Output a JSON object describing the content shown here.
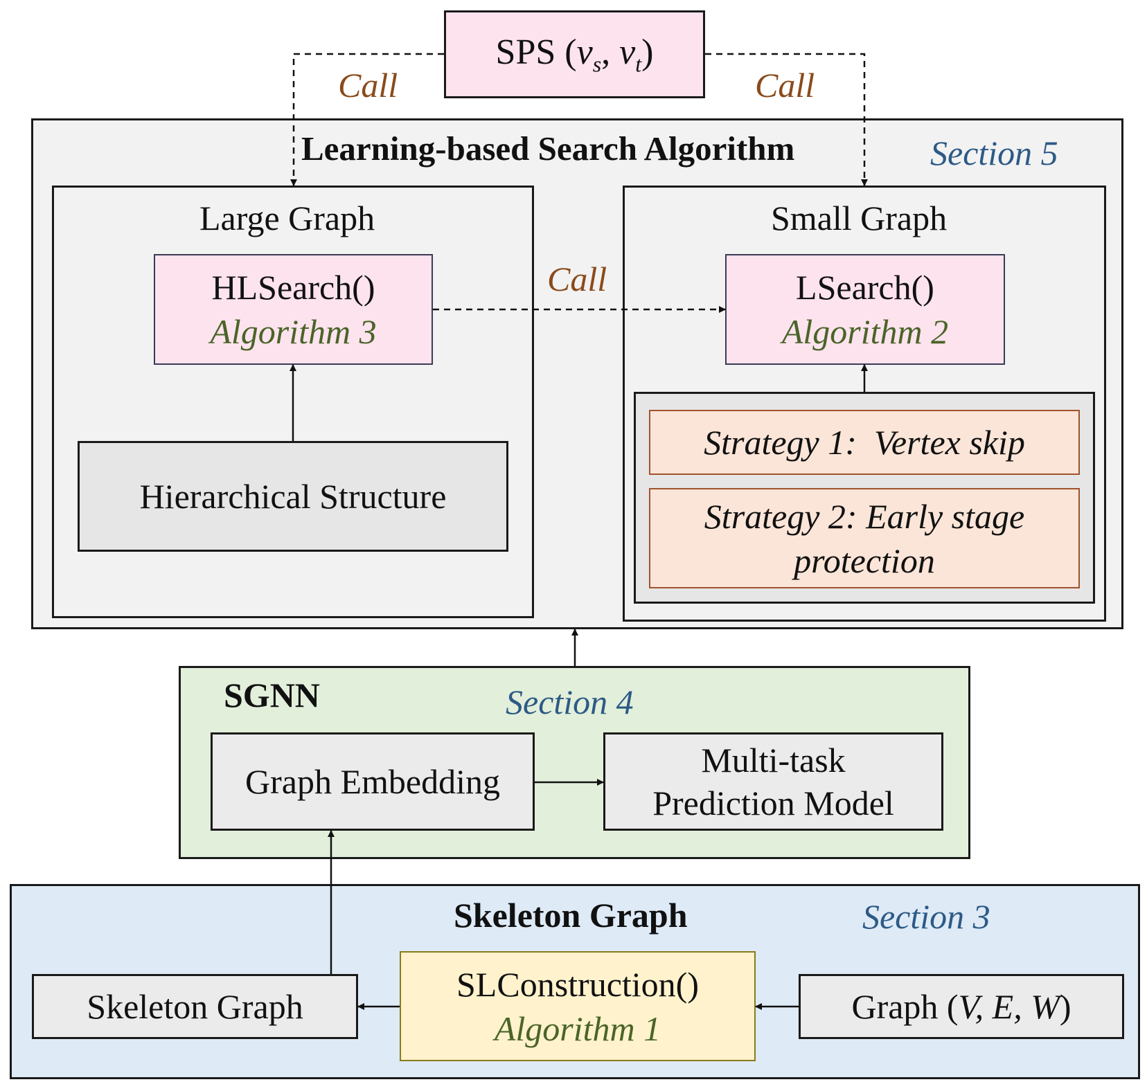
{
  "sps": {
    "prefix": "SPS (",
    "v1": "v",
    "s": "s",
    "sep": ", ",
    "v2": "v",
    "t": "t",
    "suffix": ")"
  },
  "calls": {
    "left": "Call",
    "right": "Call",
    "middle": "Call"
  },
  "lsa": {
    "title": "Learning-based Search Algorithm",
    "section": "Section 5",
    "large": {
      "title": "Large Graph",
      "func": "HLSearch()",
      "algo": "Algorithm 3",
      "structure": "Hierarchical Structure"
    },
    "small": {
      "title": "Small Graph",
      "func": "LSearch()",
      "algo": "Algorithm 2",
      "strategy1": "Strategy 1:  Vertex skip",
      "strategy2_line1": "Strategy 2: Early stage",
      "strategy2_line2": "protection"
    }
  },
  "sgnn": {
    "title": "SGNN",
    "section": "Section 4",
    "embedding": "Graph Embedding",
    "model_line1": "Multi-task",
    "model_line2": "Prediction Model"
  },
  "skeleton": {
    "title": "Skeleton Graph",
    "section": "Section 3",
    "output": "Skeleton Graph",
    "func": "SLConstruction()",
    "algo": "Algorithm 1",
    "graph_prefix": "Graph (",
    "graph_vars": "V, E, W",
    "graph_suffix": ")"
  },
  "colors": {
    "pink": "#fde3ee",
    "outer_gray": "#f2f2f2",
    "inner_gray": "#e6e6e6",
    "orange": "#fbe5d8",
    "orange_border": "#a0522d",
    "green": "#e2efda",
    "blue": "#deeaf6",
    "yellow": "#fff2cc",
    "yellow_border": "#8a7a1a"
  }
}
